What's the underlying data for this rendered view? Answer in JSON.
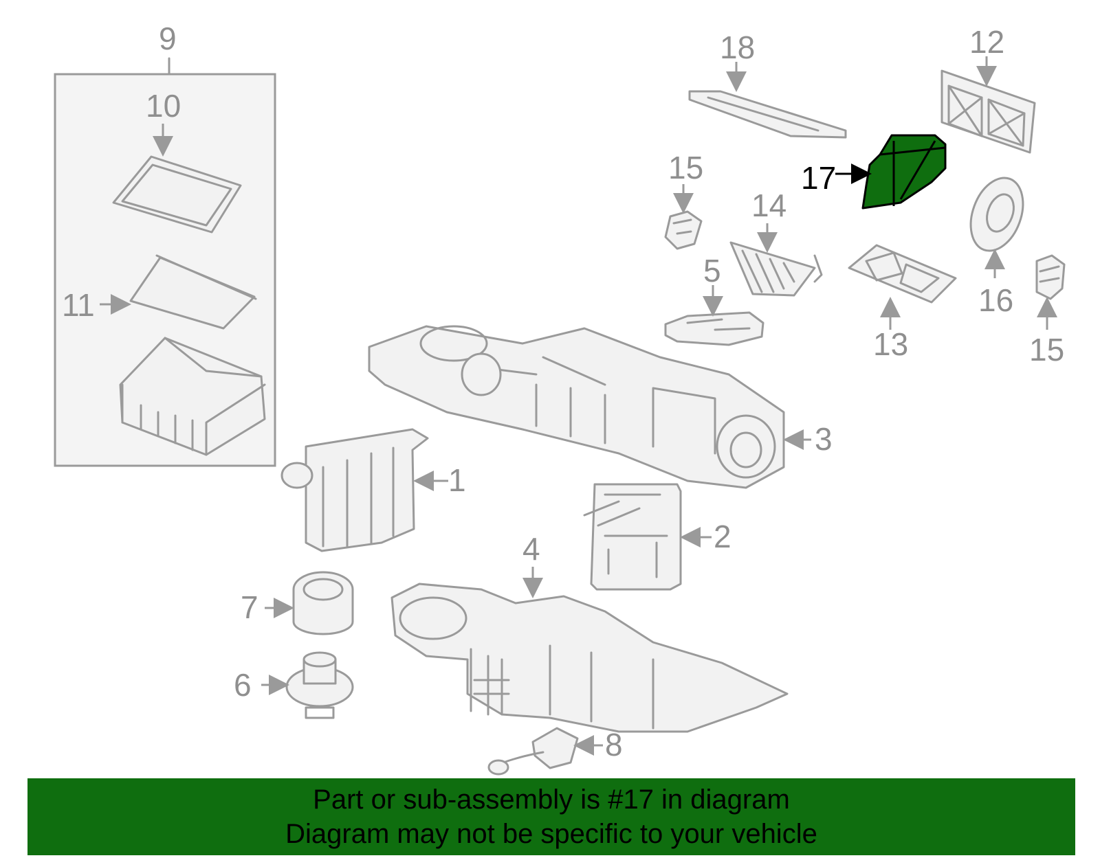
{
  "labels": {
    "p1": "1",
    "p2": "2",
    "p3": "3",
    "p4": "4",
    "p5": "5",
    "p6": "6",
    "p7": "7",
    "p8": "8",
    "p9": "9",
    "p10": "10",
    "p11": "11",
    "p12": "12",
    "p13": "13",
    "p14": "14",
    "p15a": "15",
    "p15b": "15",
    "p16": "16",
    "p17": "17",
    "p18": "18"
  },
  "highlight": {
    "part": "17",
    "color": "#0f6e0f"
  },
  "banner": {
    "line1": "Part or sub-assembly is #17 in diagram",
    "line2": "Diagram may not be specific to your vehicle",
    "color": "#0f6e0f"
  }
}
